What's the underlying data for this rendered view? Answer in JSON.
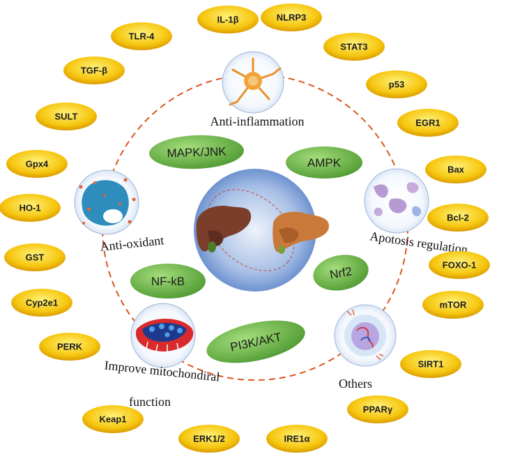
{
  "outer_markers": [
    "IL-1β",
    "NLRP3",
    "STAT3",
    "p53",
    "EGR1",
    "Bax",
    "Bcl-2",
    "FOXO-1",
    "mTOR",
    "SIRT1",
    "PPARγ",
    "IRE1α",
    "ERK1/2",
    "Keap1",
    "PERK",
    "Cyp2e1",
    "GST",
    "HO-1",
    "Gpx4",
    "SULT",
    "TGF-β",
    "TLR-4"
  ],
  "pathways": [
    "MAPK/JNK",
    "AMPK",
    "NF-kB",
    "Nrf2",
    "PI3K/AKT"
  ],
  "functions": {
    "top": "Anti-inflammation",
    "right": "Apotosis regulation",
    "left": "Anti-oxidant",
    "bottom_right": "Others",
    "bottom_left_line1": "Improve mitochondiral",
    "bottom_left_line2": "function"
  },
  "colors": {
    "pill_fill": "#f4c20d",
    "pathway_fill": "#6fb545",
    "dashed_ring": "#d9541e",
    "center_blue": "#7d9fd6"
  }
}
